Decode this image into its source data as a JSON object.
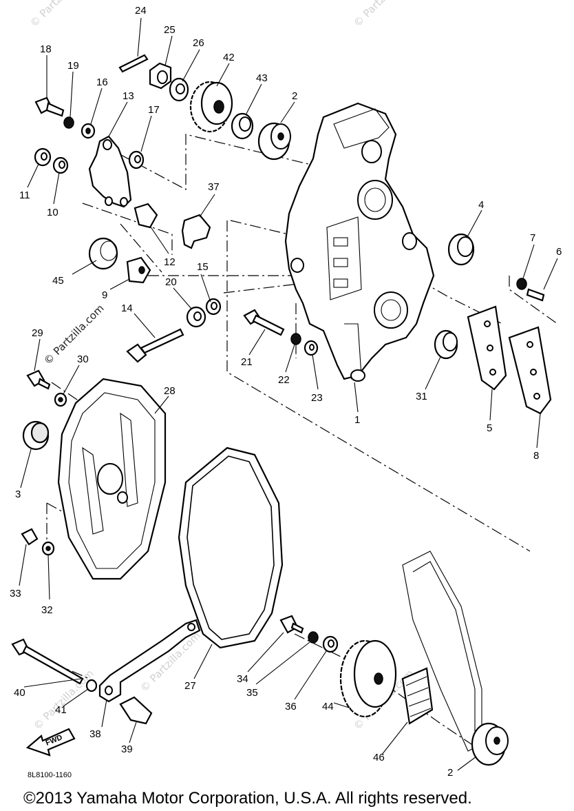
{
  "diagram": {
    "part_numbers": {
      "p1": "1",
      "p2a": "2",
      "p2b": "2",
      "p3": "3",
      "p4": "4",
      "p5": "5",
      "p6": "6",
      "p7": "7",
      "p8": "8",
      "p9": "9",
      "p10": "10",
      "p11": "11",
      "p12": "12",
      "p13": "13",
      "p14": "14",
      "p15": "15",
      "p16": "16",
      "p17": "17",
      "p18": "18",
      "p19": "19",
      "p20": "20",
      "p21": "21",
      "p22": "22",
      "p23": "23",
      "p24": "24",
      "p25": "25",
      "p26": "26",
      "p27": "27",
      "p28": "28",
      "p29": "29",
      "p30": "30",
      "p31": "31",
      "p32": "32",
      "p33": "33",
      "p34": "34",
      "p35": "35",
      "p36": "36",
      "p37": "37",
      "p38": "38",
      "p39": "39",
      "p40": "40",
      "p41": "41",
      "p42": "42",
      "p43": "43",
      "p44": "44",
      "p45": "45",
      "p46": "46"
    },
    "watermark": "© Partzilla.com",
    "fwd_label": "FWD",
    "drawing_code": "8L8100-1160"
  },
  "footer": {
    "copyright": "©2013  Yamaha Motor Corporation, U.S.A. All rights reserved."
  }
}
